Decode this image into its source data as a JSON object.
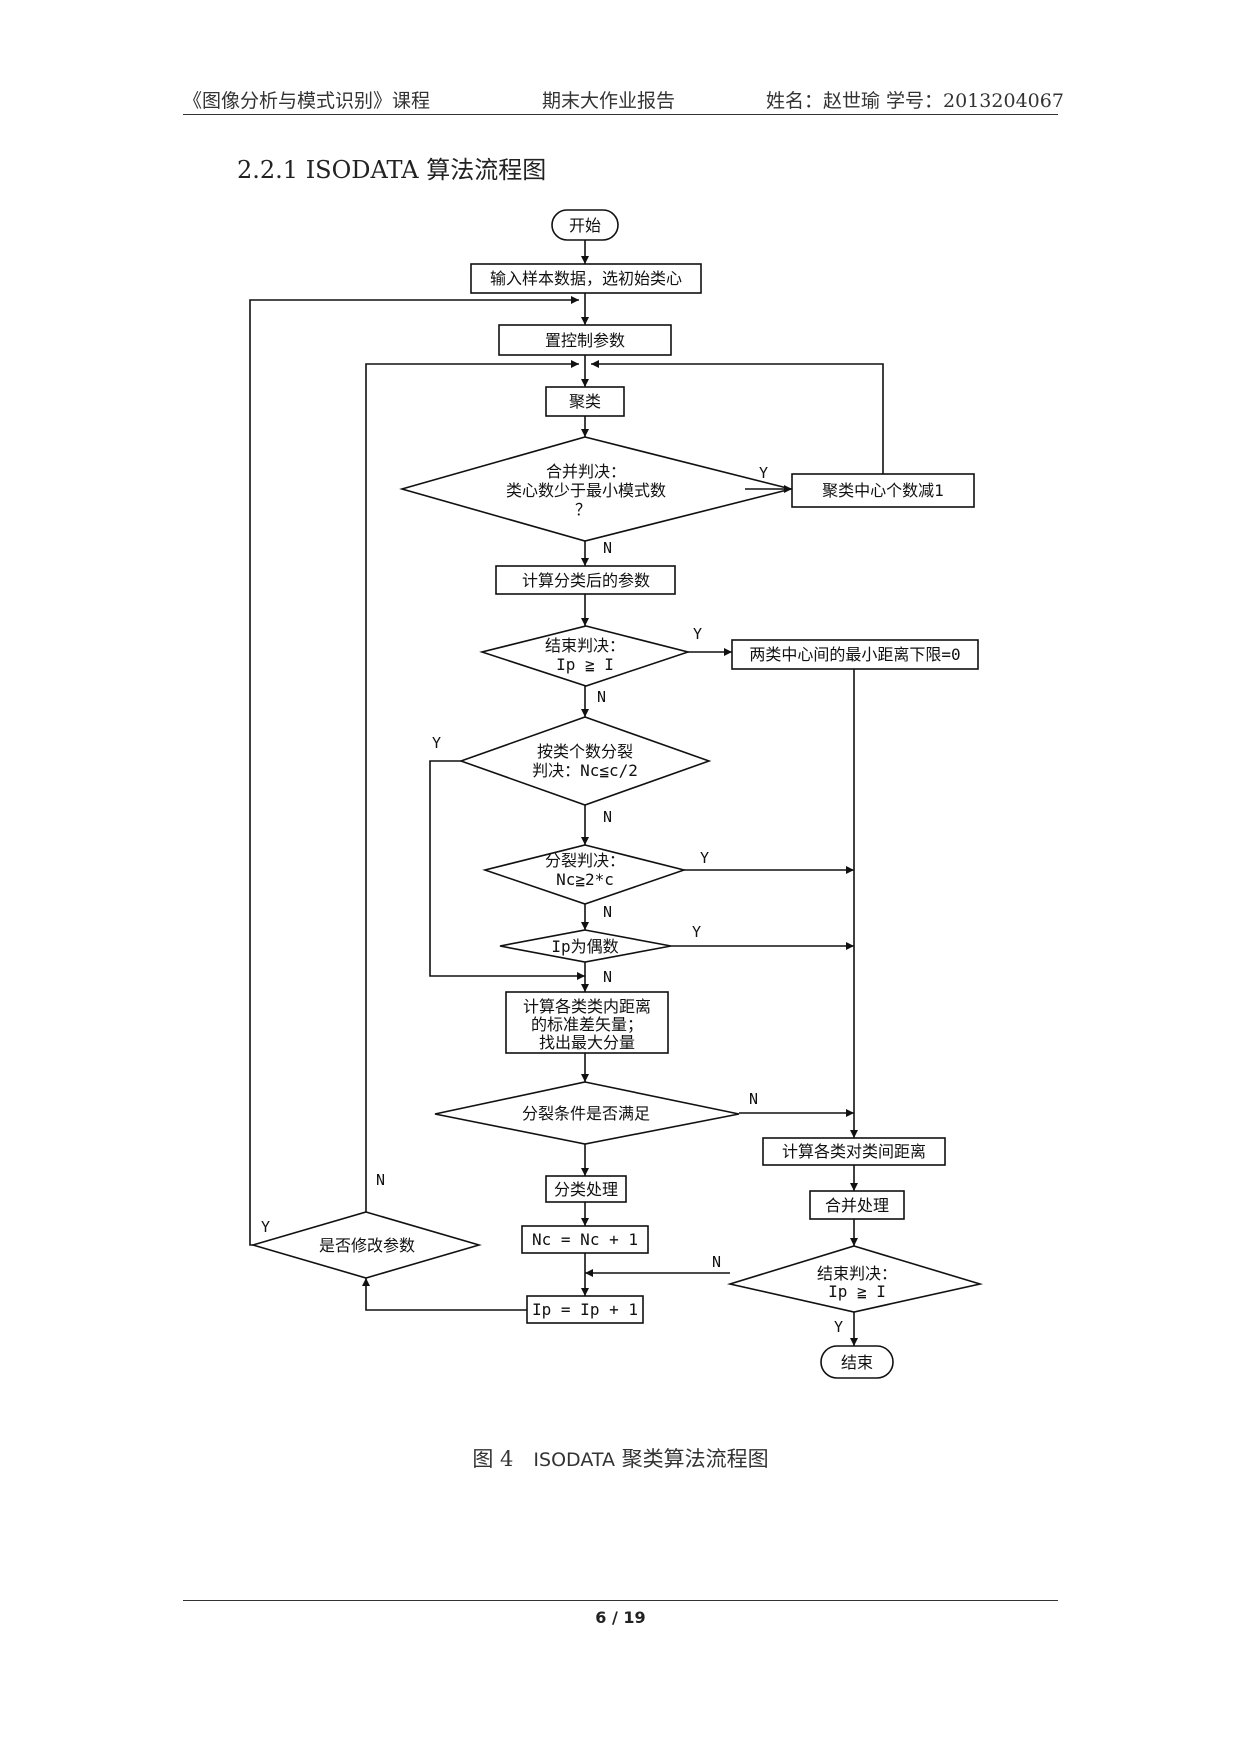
{
  "header": {
    "course": "《图像分析与模式识别》课程",
    "report": "期末大作业报告",
    "author": "姓名：赵世瑜   学号：2013204067"
  },
  "section_title": "2.2.1 ISODATA 算法流程图",
  "flowchart": {
    "nodes": {
      "start": "开始",
      "input": "输入样本数据，选初始类心",
      "set_params": "置控制参数",
      "cluster": "聚类",
      "merge_decision": [
        "合并判决：",
        "类心数少于最小模式数",
        "？"
      ],
      "reduce_centers": "聚类中心个数减1",
      "compute_params": "计算分类后的参数",
      "end_decision_1": [
        "结束判决：",
        "Ip ≧ I"
      ],
      "min_dist_zero": "两类中心间的最小距离下限=0",
      "split_by_count": [
        "按类个数分裂",
        "判决：Nc≦c/2"
      ],
      "split_decision": [
        "分裂判决：",
        "Nc≧2*c"
      ],
      "ip_even": "Ip为偶数",
      "compute_std": [
        "计算各类类内距离",
        "的标准差矢量；",
        "找出最大分量"
      ],
      "split_condition": "分裂条件是否满足",
      "split_process": "分类处理",
      "nc_increment": "Nc = Nc + 1",
      "ip_increment": "Ip = Ip + 1",
      "compute_interclass": "计算各类对类间距离",
      "merge_process": "合并处理",
      "end_decision_2": [
        "结束判决：",
        "Ip ≧ I"
      ],
      "end": "结束",
      "modify_params": "是否修改参数"
    },
    "labels": {
      "yes": "Y",
      "no": "N"
    }
  },
  "caption": {
    "prefix": "图 4",
    "name": "ISODATA",
    "suffix": "聚类算法流程图"
  },
  "page_number": "6 / 19"
}
